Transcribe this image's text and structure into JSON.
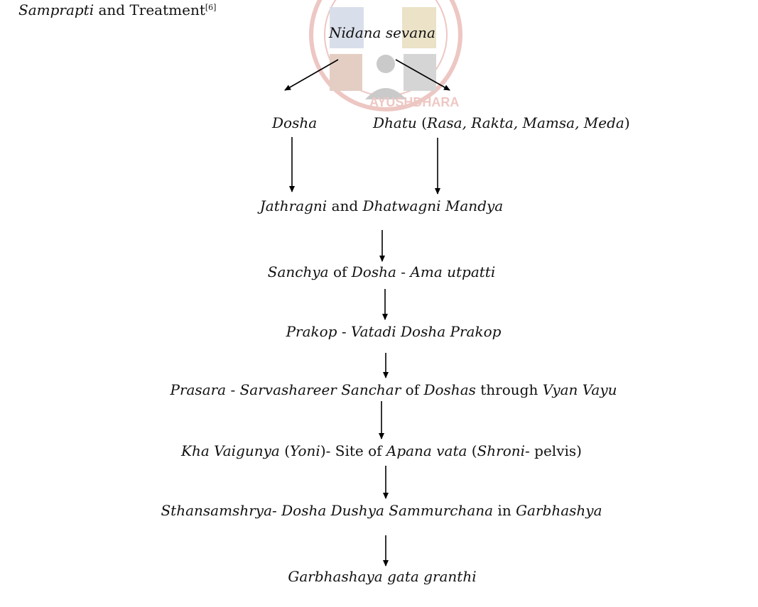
{
  "heading": {
    "term": "Samprapti",
    "and": " and Treatment",
    "ref": "[6]"
  },
  "watermark": {
    "text": "AYUSHDHARA",
    "color": "#c0392b"
  },
  "nodes": {
    "nidana": "Nidana sevana",
    "dosha": "Dosha",
    "dhatu": {
      "word": "Dhatu",
      "open": " (",
      "list": "Rasa, Rakta, Mamsa, Meda",
      "close": ")"
    },
    "agni": {
      "a": "Jathragni",
      "b": " and ",
      "c": "Dhatwagni Mandya"
    },
    "sanchya": {
      "a": "Sanchya",
      "b": " of ",
      "c": "Dosha",
      "d": " - ",
      "e": "Ama utpatti"
    },
    "prakop": {
      "a": "Prakop",
      "b": " - ",
      "c": "Vatadi Dosha Prakop"
    },
    "prasara": {
      "a": "Prasara",
      "b": " - ",
      "c": "Sarvashareer Sanchar",
      "d": " of ",
      "e": "Doshas",
      "f": " through ",
      "g": "Vyan Vayu"
    },
    "kha": {
      "a": "Kha Vaigunya",
      "b": " (",
      "c": "Yoni",
      "d": ")- Site of ",
      "e": "Apana vata",
      "f": " (",
      "g": "Shroni",
      "h": "- pelvis)"
    },
    "sthana": {
      "a": "Sthansamshrya",
      "b": "- ",
      "c": "Dosha Dushya Sammurchana",
      "d": " in ",
      "e": "Garbhashya"
    },
    "garbha": "Garbhashaya gata granthi"
  }
}
